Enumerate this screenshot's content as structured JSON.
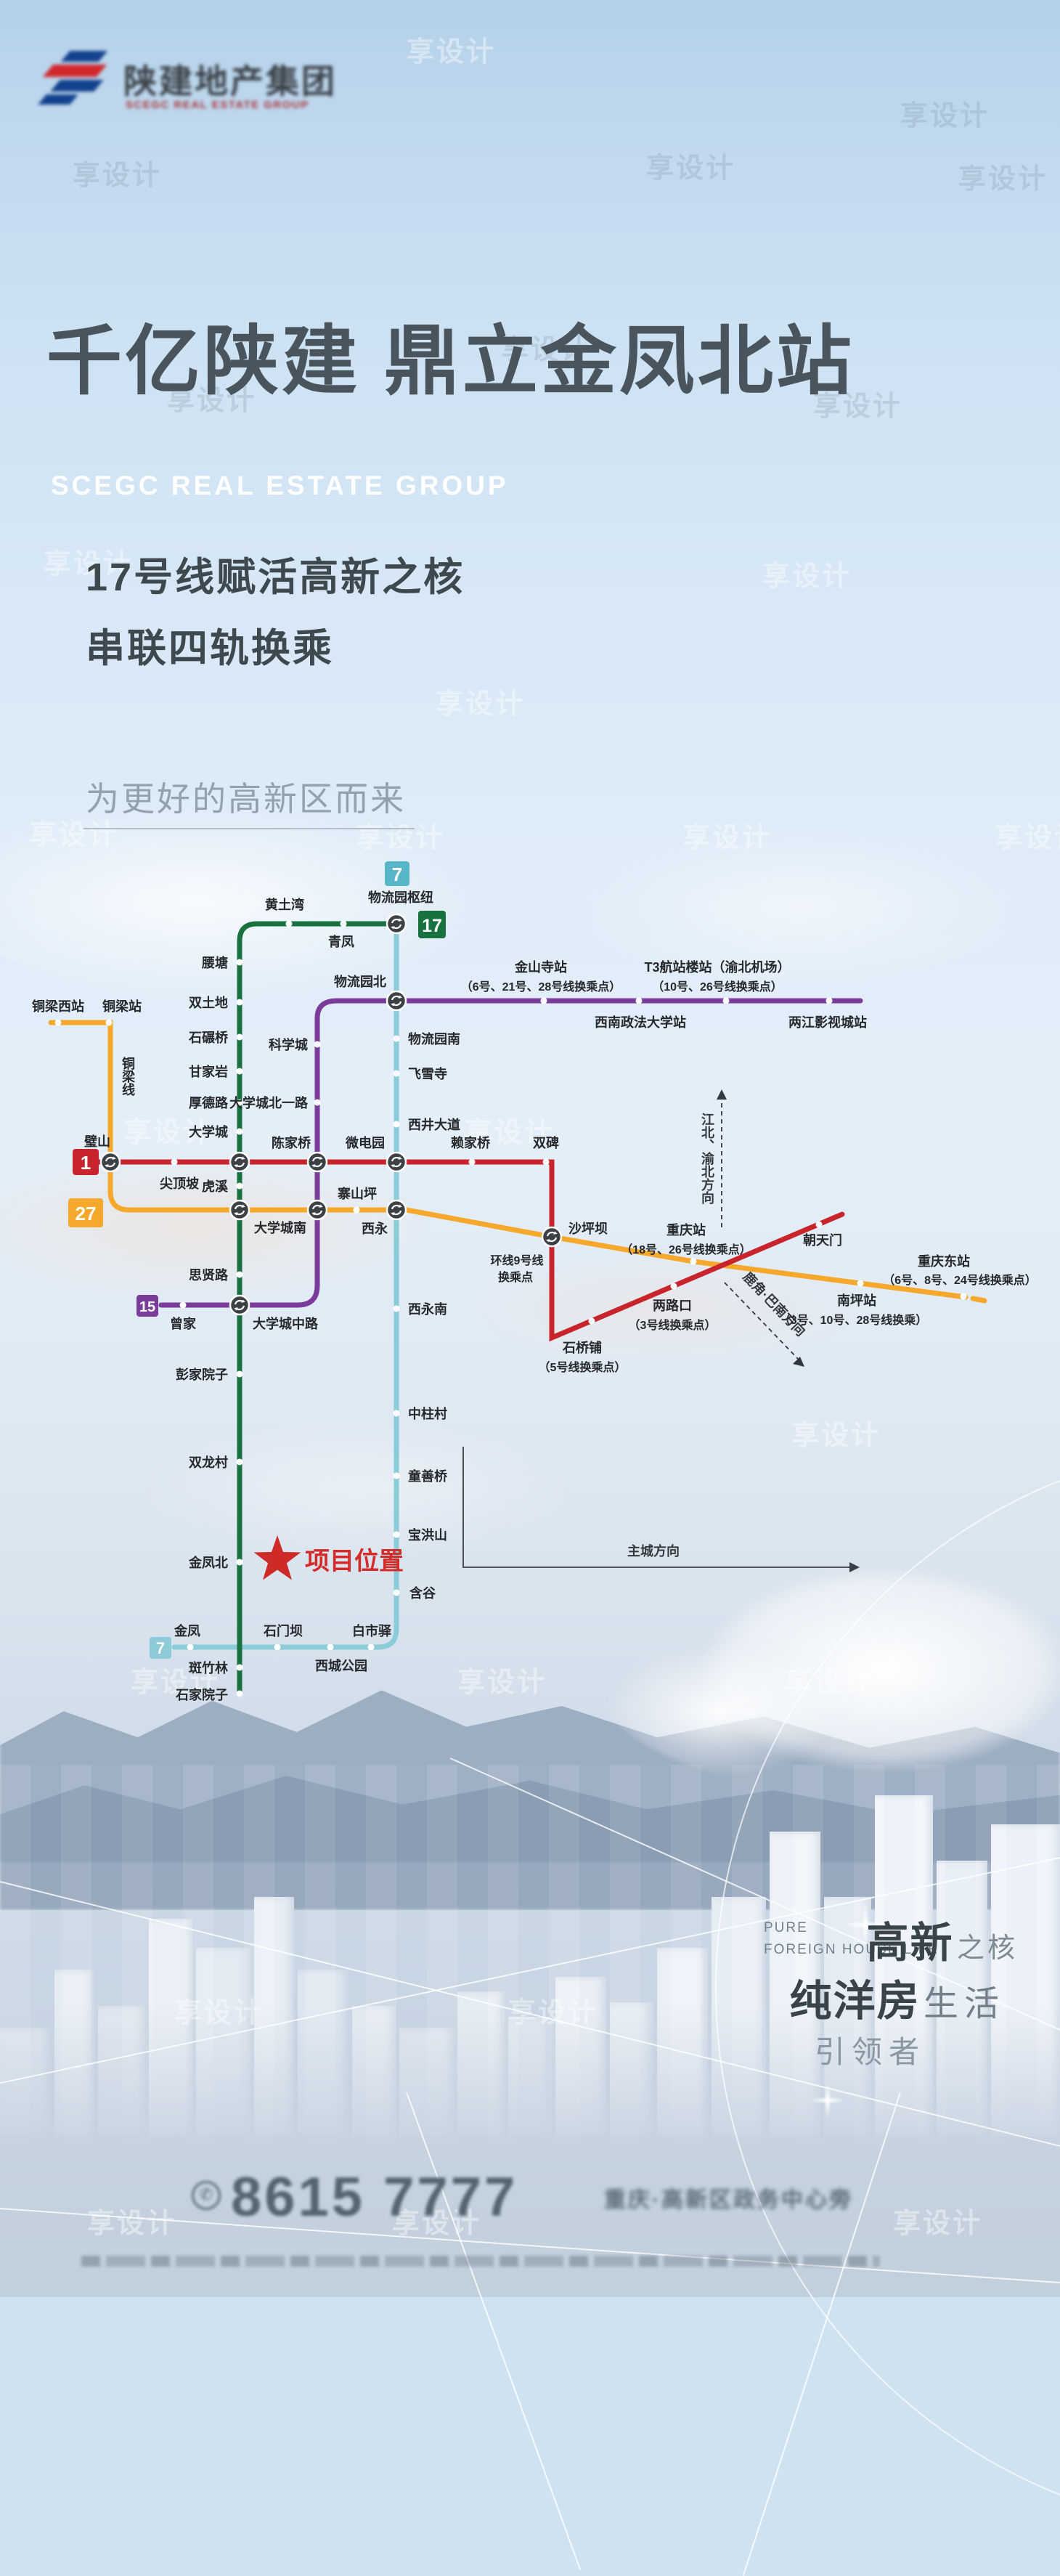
{
  "watermark": {
    "text": "享设计"
  },
  "header": {
    "company": "陕建地产集团",
    "company_sub": "SCEGC REAL ESTATE GROUP"
  },
  "hero": {
    "title": "千亿陕建 鼎立金凤北站",
    "subtitle": "SCEGC REAL ESTATE GROUP",
    "slogan1": "17号线赋活高新之核",
    "slogan2": "串联四轨换乘",
    "tagline": "为更好的高新区而来"
  },
  "map": {
    "colors": {
      "line17": "#18713f",
      "line7": "#8bccd9",
      "line15": "#7a3b9b",
      "line27": "#f6a82c",
      "line1": "#c8242c",
      "badge7": "#58b6c8",
      "badge7b": "#8ecbd8"
    },
    "badges": {
      "b7_top": "7",
      "b17": "17",
      "b1": "1",
      "b27": "27",
      "b15": "15",
      "b7_bottom": "7"
    },
    "star_label": "项目位置",
    "st": {
      "wuliuyuan_hub": "物流园枢纽",
      "huangtuwan": "黄土湾",
      "qingfeng": "青凤",
      "yaotang": "腰塘",
      "shuangtudi": "双土地",
      "shinianqiao": "石碾桥",
      "ganjiayan": "甘家岩",
      "houdelu": "厚德路",
      "daxuecheng": "大学城",
      "huxi": "虎溪",
      "sixianlu": "思贤路",
      "pengjiayuanzi": "彭家院子",
      "shuanglongcun": "双龙村",
      "jinfengbei": "金凤北",
      "banzhulin": "斑竹林",
      "shijiayuanzi": "石家院子",
      "wuliuyuanbei": "物流园北",
      "wuliuyuannan": "物流园南",
      "feixuesi": "飞雪寺",
      "xijingdadao": "西井大道",
      "weidianyuan": "微电园",
      "xiyong": "西永",
      "xiyongnan": "西永南",
      "zhongzhucun": "中柱村",
      "tongshanqiao": "童善桥",
      "baohongshan": "宝洪山",
      "hangu": "含谷",
      "baishiyi": "白市驿",
      "xichenggongyuan": "西城公园",
      "shimenba": "石门坝",
      "jinfeng": "金凤",
      "kexuecheng": "科学城",
      "daxuechengbeiyilu": "大学城北一路",
      "chenjiaqiao": "陈家桥",
      "daxuechengnan": "大学城南",
      "daxuechengzhonglu": "大学城中路",
      "zengjia": "曾家",
      "jinshansi": "金山寺站",
      "jinshansi_sub": "（6号、21号、28号线换乘点）",
      "t3": "T3航站楼站（渝北机场）",
      "t3_sub": "（10号、26号线换乘点）",
      "xizheng": "西南政法大学站",
      "liangjiangyingshicheng": "两江影视城站",
      "tongliangxi": "铜梁西站",
      "tongliangzhan": "铜梁站",
      "tongliangxian": "铜梁线",
      "zhaishanping": "寨山坪",
      "shapingba": "沙坪坝",
      "shapingba_sub1": "环线9号线",
      "shapingba_sub2": "换乘点",
      "chongqingzhan": "重庆站",
      "chongqingzhan_sub": "（18号、26号线换乘点）",
      "nanpingzhan": "南坪站",
      "nanpingzhan_sub": "（3号、10号、28号线换乘）",
      "chongqingdongzhan": "重庆东站",
      "chongqingdongzhan_sub": "（6号、8号、24号线换乘点）",
      "bishan": "璧山",
      "jiandingpo": "尖顶坡",
      "laijiaqiao": "赖家桥",
      "shuangbei": "双碑",
      "shiqiaopu": "石桥铺",
      "shiqiaopu_sub": "（5号线换乘点）",
      "lianglukou": "两路口",
      "lianglukou_sub": "（3号线换乘点）",
      "chaotianmen": "朝天门"
    },
    "notes": {
      "north": "江北、渝北方向",
      "southeast": "鹿角·巴南方向",
      "city_dir": "主城方向"
    }
  },
  "footer": {
    "en1": "PURE",
    "en2": "FOREIGN HOUSE LIFE",
    "l1_strong": "高新",
    "l1_light": "之核",
    "l2_strong": "纯洋房",
    "l2_light": "生活",
    "l3": "引领者",
    "phone": "8615 7777",
    "address": "重庆·高新区政务中心旁"
  }
}
